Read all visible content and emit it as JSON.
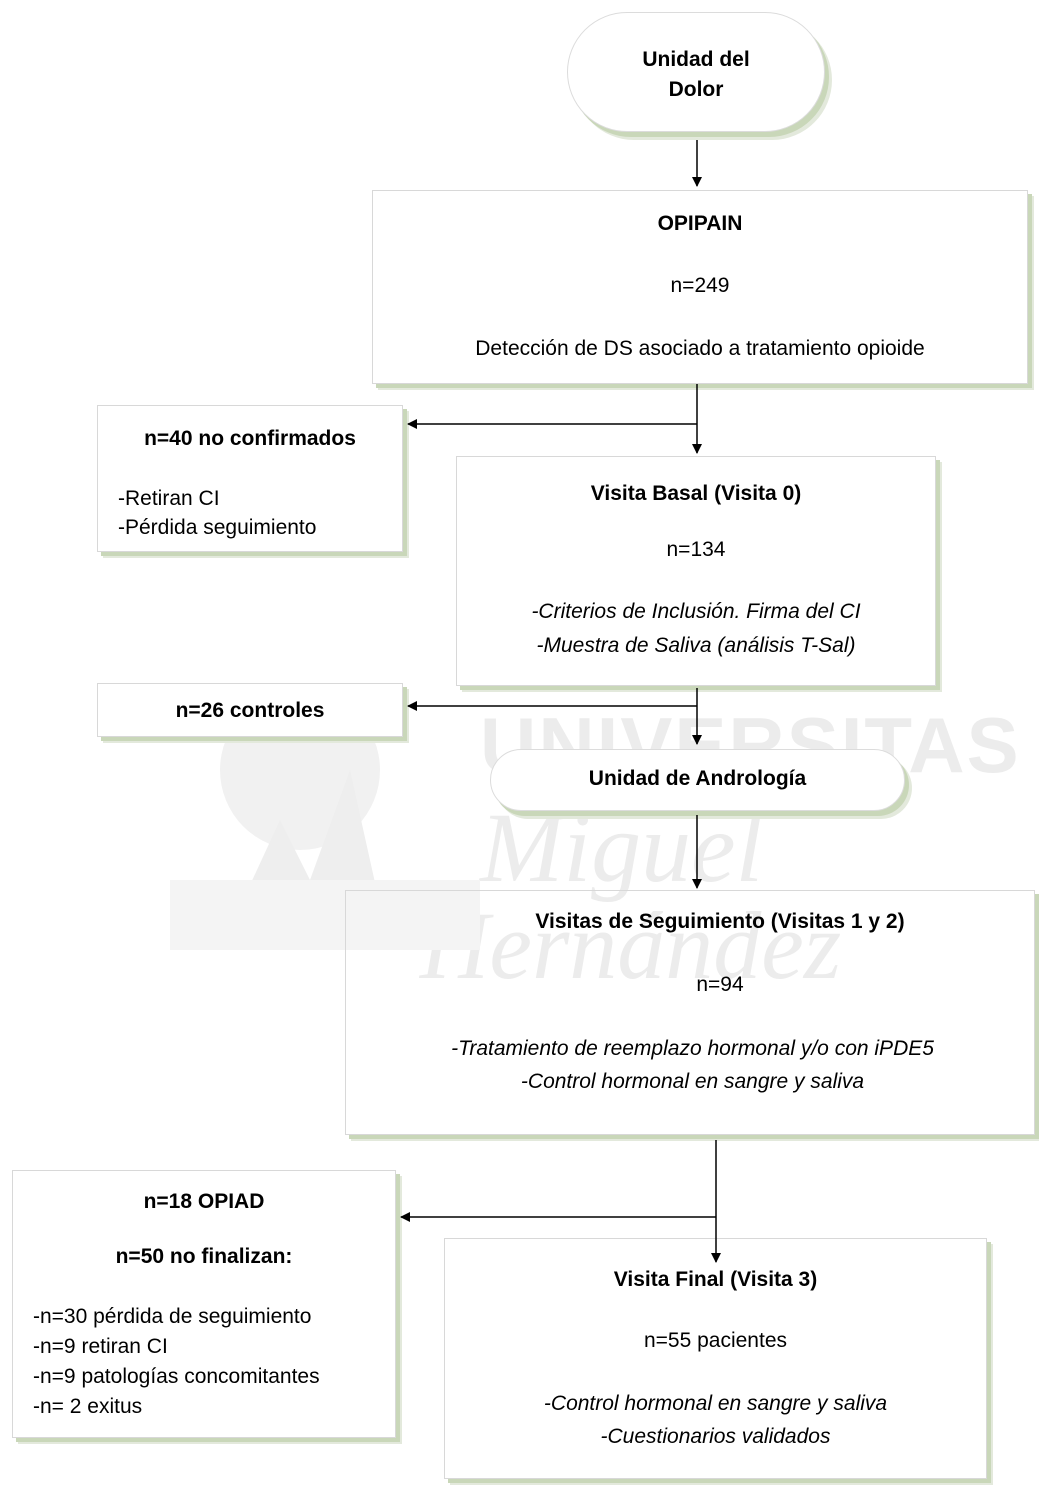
{
  "watermark": {
    "line1": "UNIVERSITAS",
    "line2": "Miguel",
    "line3": "Hernández"
  },
  "unidad_dolor": {
    "line1": "Unidad del",
    "line2": "Dolor"
  },
  "opipain": {
    "title": "OPIPAIN",
    "n": "n=249",
    "desc": "Detección de DS asociado a tratamiento opioide"
  },
  "no_confirmados": {
    "title": "n=40 no confirmados",
    "item1": "-Retiran CI",
    "item2": "-Pérdida seguimiento"
  },
  "visita_basal": {
    "title": "Visita Basal (Visita 0)",
    "n": "n=134",
    "line1": "-Criterios de Inclusión. Firma del CI",
    "line2": "-Muestra de Saliva (análisis T-Sal)"
  },
  "controles": {
    "title": "n=26 controles"
  },
  "andrologia": {
    "title": "Unidad de Andrología"
  },
  "seguimiento": {
    "title": "Visitas de Seguimiento (Visitas 1 y 2)",
    "n": "n=94",
    "line1": "-Tratamiento de reemplazo hormonal y/o con iPDE5",
    "line2": "-Control hormonal en sangre y saliva"
  },
  "no_finalizan": {
    "title1": "n=18 OPIAD",
    "title2": "n=50 no finalizan:",
    "item1": "-n=30 pérdida de seguimiento",
    "item2": "-n=9 retiran CI",
    "item3": "-n=9 patologías concomitantes",
    "item4": "-n= 2 exitus"
  },
  "visita_final": {
    "title": "Visita Final (Visita 3)",
    "n": "n=55 pacientes",
    "line1": "-Control hormonal en sangre y saliva",
    "line2": "-Cuestionarios validados"
  }
}
